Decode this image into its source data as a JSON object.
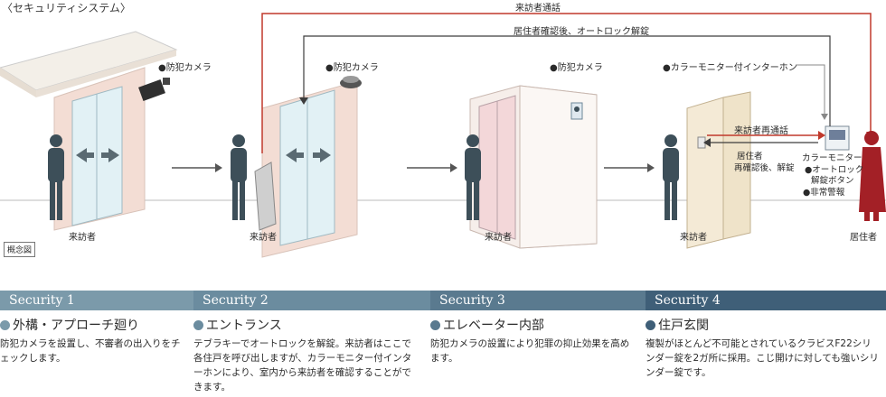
{
  "diagram": {
    "title": "〈セキュリティシステム〉",
    "concept_label": "概念図",
    "flow_labels": {
      "visitor_call": "来訪者通話",
      "unlock_after_confirm": "居住者確認後、オートロック解錠",
      "visitor_recall": "来訪者再通話",
      "reconfirm_line1": "居住者",
      "reconfirm_line2": "再確認後、解錠"
    },
    "labels": {
      "camera_1": "●防犯カメラ",
      "camera_2": "●防犯カメラ",
      "camera_3": "●防犯カメラ",
      "intercom": "●カラーモニター付インターホン",
      "monitor": "カラーモニター",
      "autolock_btn_1": "●オートロック",
      "autolock_btn_2": "解錠ボタン",
      "alarm": "●非常警報"
    },
    "people": {
      "visitor_1": "来訪者",
      "visitor_2": "来訪者",
      "visitor_3": "来訪者",
      "visitor_4": "来訪者",
      "resident": "居住者"
    }
  },
  "colors": {
    "tab1": "#7b9aaa",
    "tab2": "#6b8c9f",
    "tab3": "#5a7a8f",
    "tab4": "#3f5f78",
    "red_flow": "#c0392b",
    "dark_flow": "#3d3d3d",
    "resident": "#a32026",
    "person": "#3d4f59"
  },
  "icons": [
    "security-camera-icon",
    "dome-camera-icon",
    "intercom-icon",
    "monitor-icon",
    "right-arrow-icon",
    "bidirectional-arrow-icon",
    "person-icon"
  ],
  "sections": [
    {
      "tab": "Security 1",
      "title": "外構・アプローチ廻り",
      "text": "防犯カメラを設置し、不審者の出入りをチェックします。"
    },
    {
      "tab": "Security 2",
      "title": "エントランス",
      "text": "テブラキーでオートロックを解錠。来訪者はここで各住戸を呼び出しますが、カラーモニター付インターホンにより、室内から来訪者を確認することができます。"
    },
    {
      "tab": "Security 3",
      "title": "エレベーター内部",
      "text": "防犯カメラの設置により犯罪の抑止効果を高めます。"
    },
    {
      "tab": "Security 4",
      "title": "住戸玄関",
      "text": "複製がほとんど不可能とされているクラビスF22シリンダー錠を2ガ所に採用。こじ開けに対しても強いシリンダー錠です。"
    }
  ]
}
